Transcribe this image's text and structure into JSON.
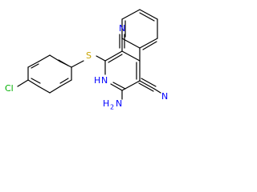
{
  "molecule": {
    "atom_labels": {
      "sulfur": "S",
      "chlorine": "Cl",
      "ring_nh": "H",
      "ring_n": "N",
      "amino_h": "H",
      "amino_h_sub": "2",
      "amino_n": "N",
      "nitrile_top_n": "N",
      "nitrile_bottom_n": "N"
    },
    "colors": {
      "bond": "#000000",
      "carbon_label": "#000000",
      "nitrogen": "#0000ff",
      "sulfur": "#c8a400",
      "chlorine": "#00b000"
    }
  }
}
